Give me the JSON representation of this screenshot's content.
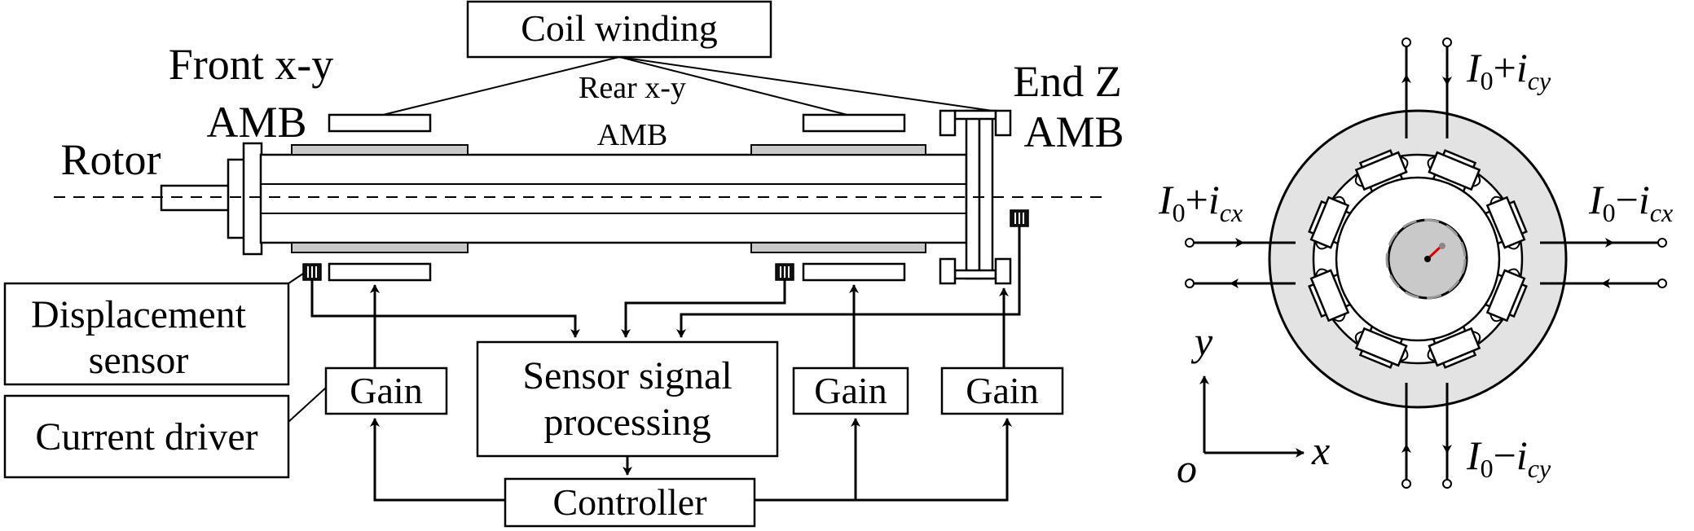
{
  "labels": {
    "coil_winding": "Coil winding",
    "front_amb_line1": "Front x-y",
    "front_amb_line2": "AMB",
    "rear_amb_line1": "Rear x-y",
    "rear_amb_line2": "AMB",
    "end_amb_line1": "End Z",
    "end_amb_line2": "AMB",
    "rotor": "Rotor",
    "displacement_line1": "Displacement",
    "displacement_line2": "sensor",
    "current_driver": "Current driver",
    "gain_left": "Gain",
    "gain_middle": "Gain",
    "gain_right": "Gain",
    "sensor_processing_line1": "Sensor signal",
    "sensor_processing_line2": "processing",
    "controller": "Controller"
  },
  "cross_section": {
    "current_top_right": {
      "base": "I",
      "sub0": "0",
      "op": "+",
      "var": "i",
      "sub": "cy"
    },
    "current_left": {
      "base": "I",
      "sub0": "0",
      "op": "+",
      "var": "i",
      "sub": "cx"
    },
    "current_right": {
      "base": "I",
      "sub0": "0",
      "op": "−",
      "var": "i",
      "sub": "cx"
    },
    "current_bottom_right": {
      "base": "I",
      "sub0": "0",
      "op": "−",
      "var": "i",
      "sub": "cy"
    },
    "axis_x": "x",
    "axis_y": "y",
    "axis_origin": "o"
  },
  "colors": {
    "stroke": "#000000",
    "shaft_grey": "#c9c9c9",
    "stator_grey": "#e3e3e3",
    "eccentricity_red": "#e00000"
  }
}
